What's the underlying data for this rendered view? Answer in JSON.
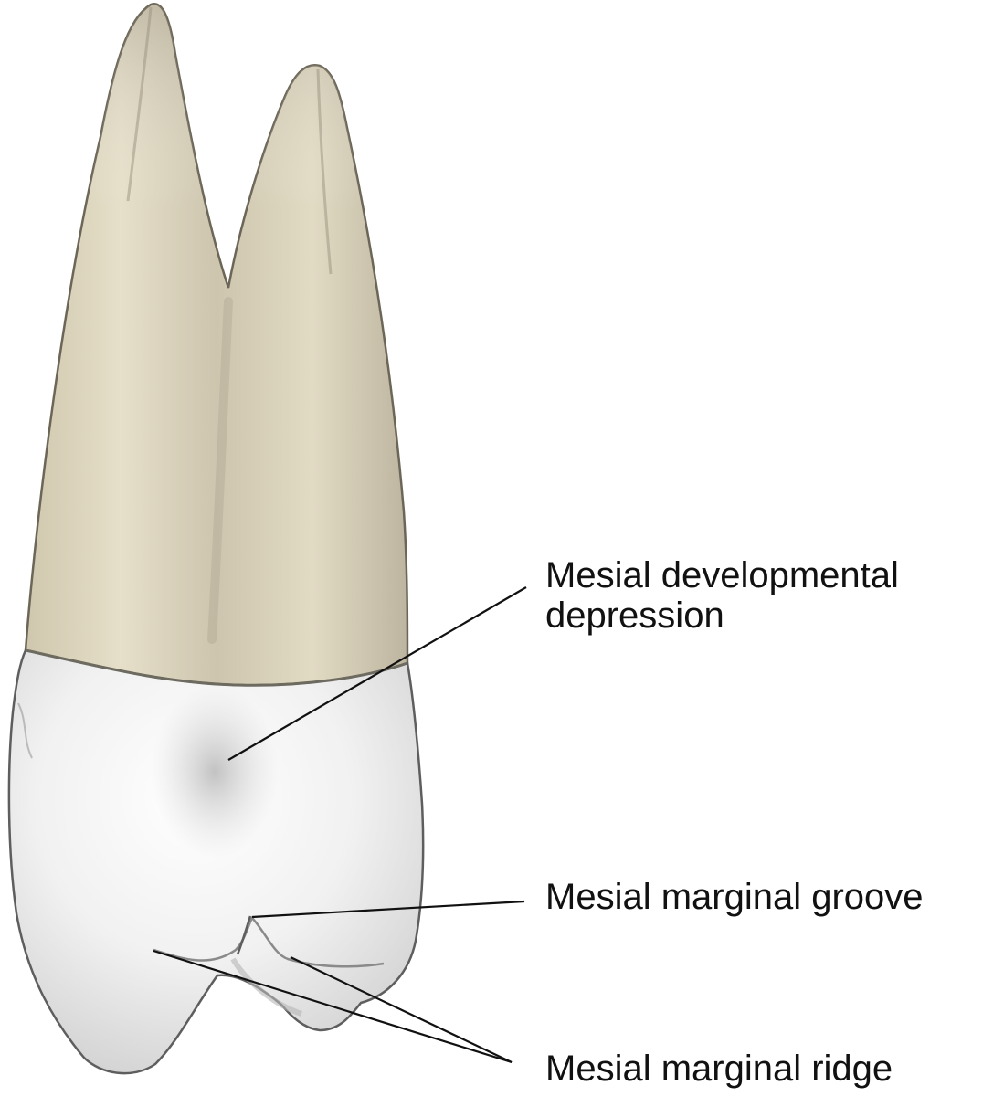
{
  "labels": {
    "developmental_depression": {
      "line1": "Mesial developmental",
      "line2": "depression"
    },
    "marginal_groove": "Mesial marginal groove",
    "marginal_ridge": "Mesial marginal ridge"
  },
  "colors": {
    "root_fill": "#d9d2bd",
    "root_shadow": "#a9a08c",
    "root_outline": "#6b6658",
    "crown_fill": "#f4f4f4",
    "crown_shadow": "#c9c9c9",
    "crown_outline": "#5e5e5e",
    "leader_line": "#111111",
    "background": "#ffffff"
  }
}
